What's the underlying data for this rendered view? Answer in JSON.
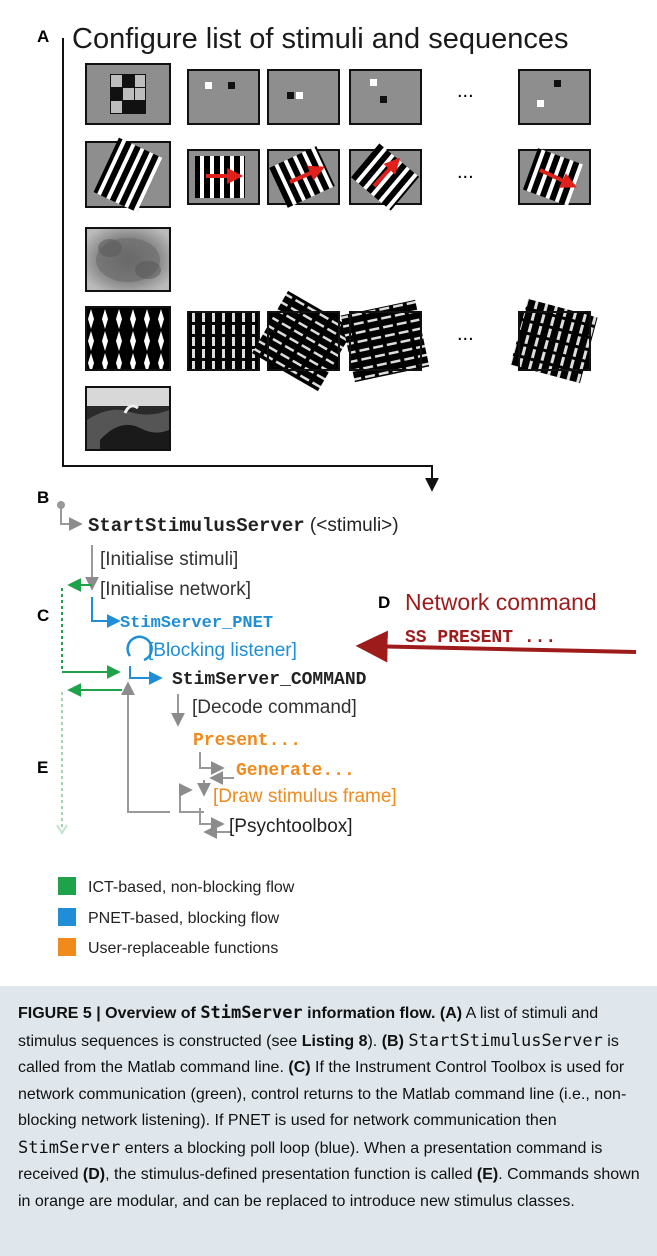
{
  "panel_a": {
    "letter": "A",
    "title": "Configure list of stimuli and sequences",
    "ellipsis": "..."
  },
  "panel_b": {
    "letter": "B",
    "start_fn": "StartStimulusServer",
    "start_arg": " (<stimuli>)",
    "init_stimuli": "[Initialise stimuli]",
    "init_network": "[Initialise network]",
    "pnet_fn": "StimServer_PNET",
    "blocking": "[Blocking listener]",
    "command_fn": "StimServer_COMMAND",
    "decode": "[Decode command]",
    "present": "Present...",
    "generate": "Generate...",
    "draw": "[Draw stimulus frame]",
    "ptb": "[Psychtoolbox]"
  },
  "panel_c": {
    "letter": "C"
  },
  "panel_d": {
    "letter": "D",
    "title": "Network command",
    "command": "SS PRESENT ..."
  },
  "panel_e": {
    "letter": "E"
  },
  "legend": [
    {
      "label": "ICT-based, non-blocking flow",
      "color": "#1fa34a"
    },
    {
      "label": "PNET-based, blocking flow",
      "color": "#1f8ed6"
    },
    {
      "label": "User-replaceable functions",
      "color": "#f08a1c"
    }
  ],
  "colors": {
    "green": "#1fa34a",
    "blue": "#1f8ed6",
    "orange": "#f08a1c",
    "darkred": "#9e1b1b",
    "gray": "#888888",
    "caption_bg": "#dfe7ec"
  },
  "caption": {
    "title_prefix": "FIGURE 5 | Overview of ",
    "title_code": "StimServer",
    "title_suffix": " information flow.",
    "a_label": "(A)",
    "a_text": " A list of stimuli and stimulus sequences is constructed (see ",
    "listing": "Listing 8",
    "a_end": ").",
    "b_label": "(B)",
    "b_code": "StartStimulusServer",
    "b_text": " is called from the Matlab command line.",
    "c_label": "(C)",
    "c_text": " If the Instrument Control Toolbox is used for network communication (green), control returns to the Matlab command line (i.e., non-blocking network listening). If PNET is used for network communication then ",
    "c_code": "StimServer",
    "c_text2": " enters a blocking poll loop (blue). When a presentation command is received ",
    "d_label": "(D)",
    "d_text": ", the stimulus-defined presentation function is called ",
    "e_label": "(E)",
    "e_text": ". Commands shown in orange are modular, and can be replaced to introduce new stimulus classes."
  }
}
